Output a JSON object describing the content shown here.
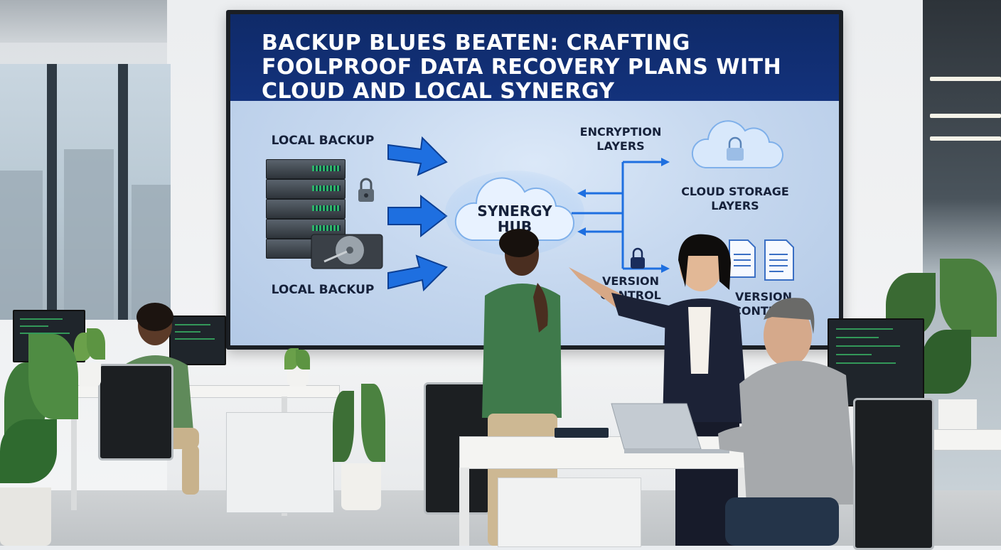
{
  "slide": {
    "title": "BACKUP BLUES BEATEN: CRAFTING FOOLPROOF DATA RECOVERY PLANS WITH CLOUD AND LOCAL SYNERGY",
    "labels": {
      "local_backup_top": "LOCAL BACKUP",
      "local_backup_bottom": "LOCAL BACKUP",
      "synergy_hub": "SYNERGY HUB",
      "encryption_layers": "ENCRYPTION LAYERS",
      "cloud_storage_layers": "CLOUD STORAGE LAYERS",
      "version_control_left": "VERSION CONTROL",
      "version_control_right": "VERSION CONTROL"
    }
  },
  "icons": {
    "padlock": "padlock-icon",
    "cloud": "cloud-icon",
    "document": "document-icon",
    "arrow": "arrow-icon",
    "server": "server-icon",
    "hard-drive": "hard-drive-icon"
  },
  "colors": {
    "banner": "#13327c",
    "arrow": "#1e6fe0",
    "slide_bg": "#c6d8ef"
  }
}
